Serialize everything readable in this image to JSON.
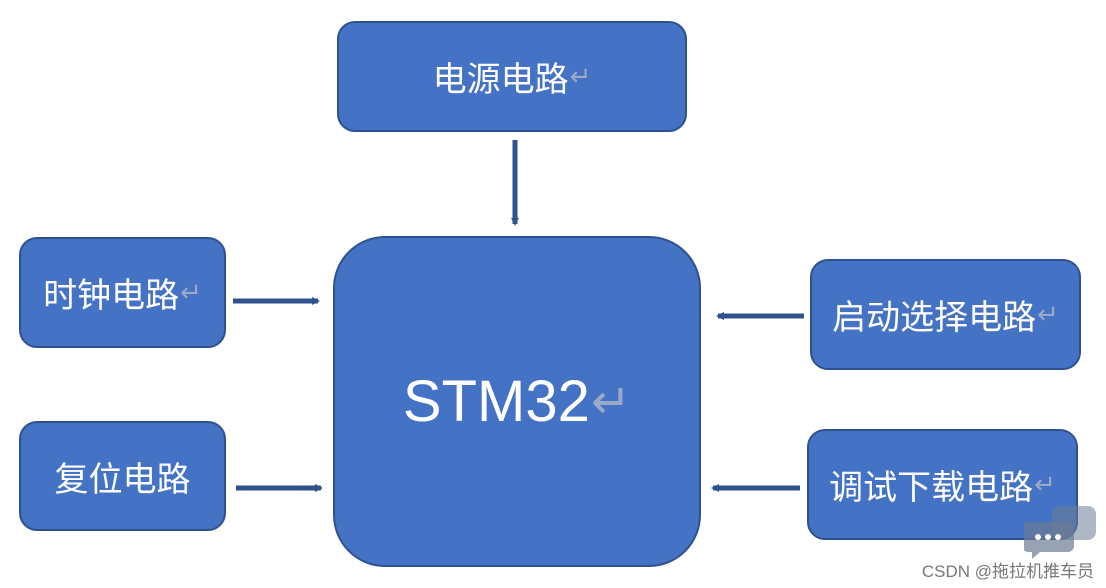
{
  "diagram": {
    "center": {
      "label": "STM32",
      "mark": "↵"
    },
    "blocks": {
      "power": {
        "label": "电源电路",
        "mark": "↵"
      },
      "clock": {
        "label": "时钟电路",
        "mark": "↵"
      },
      "reset": {
        "label": "复位电路"
      },
      "boot": {
        "label": "启动选择电路",
        "mark": "↵"
      },
      "debug": {
        "label": "调试下载电路",
        "mark": "↵"
      }
    }
  },
  "watermark": {
    "text": "CSDN @拖拉机推车员"
  },
  "colors": {
    "box_fill": "#4472c4",
    "box_border": "#2f528f",
    "arrow": "#2f528f",
    "text": "#ffffff"
  }
}
